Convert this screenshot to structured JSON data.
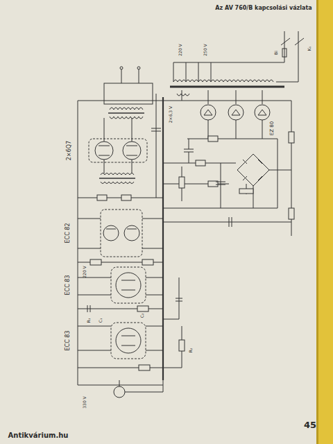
{
  "diagram": {
    "title": "Az AV 760/B kapcsolási vázlata",
    "labels": [
      "45",
      "Antikvárium.hu",
      "2×6Q7",
      "ECC 82",
      "ECC 83",
      "ECC 83",
      "EZ 80",
      "220 V",
      "250 V",
      "2×6,3 V",
      "220 V",
      "330 V",
      "R₁",
      "C₁",
      "C₂",
      "R₂",
      "K₁",
      "Bi"
    ]
  }
}
